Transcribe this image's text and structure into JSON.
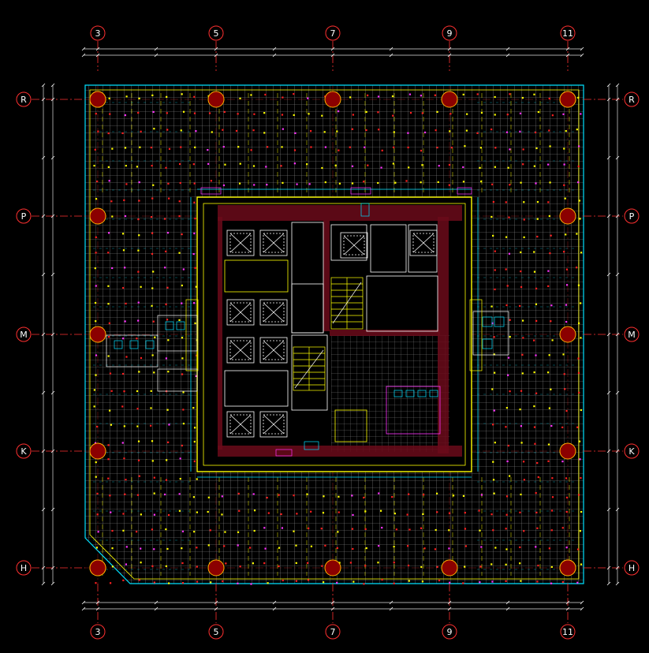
{
  "drawing": {
    "colors": {
      "background": "#000000",
      "grid": "#c8c8c8",
      "axis": "#ff3030",
      "dimension": "#e0e0e0",
      "column": "#8b0000",
      "wall": "#6b0a1a",
      "yellow": "#ffff00",
      "cyan": "#00e0ff",
      "magenta": "#ff33ff"
    },
    "columns_top": [
      "3",
      "5",
      "7",
      "9",
      "11"
    ],
    "columns_bottom": [
      "3",
      "5",
      "7",
      "9",
      "11"
    ],
    "rows_left": [
      "R",
      "P",
      "M",
      "K",
      "H"
    ],
    "rows_right": [
      "R",
      "P",
      "M",
      "K",
      "H"
    ],
    "icons": [
      "elevator-icon",
      "stair-icon",
      "toilet-icon",
      "column-icon"
    ]
  }
}
